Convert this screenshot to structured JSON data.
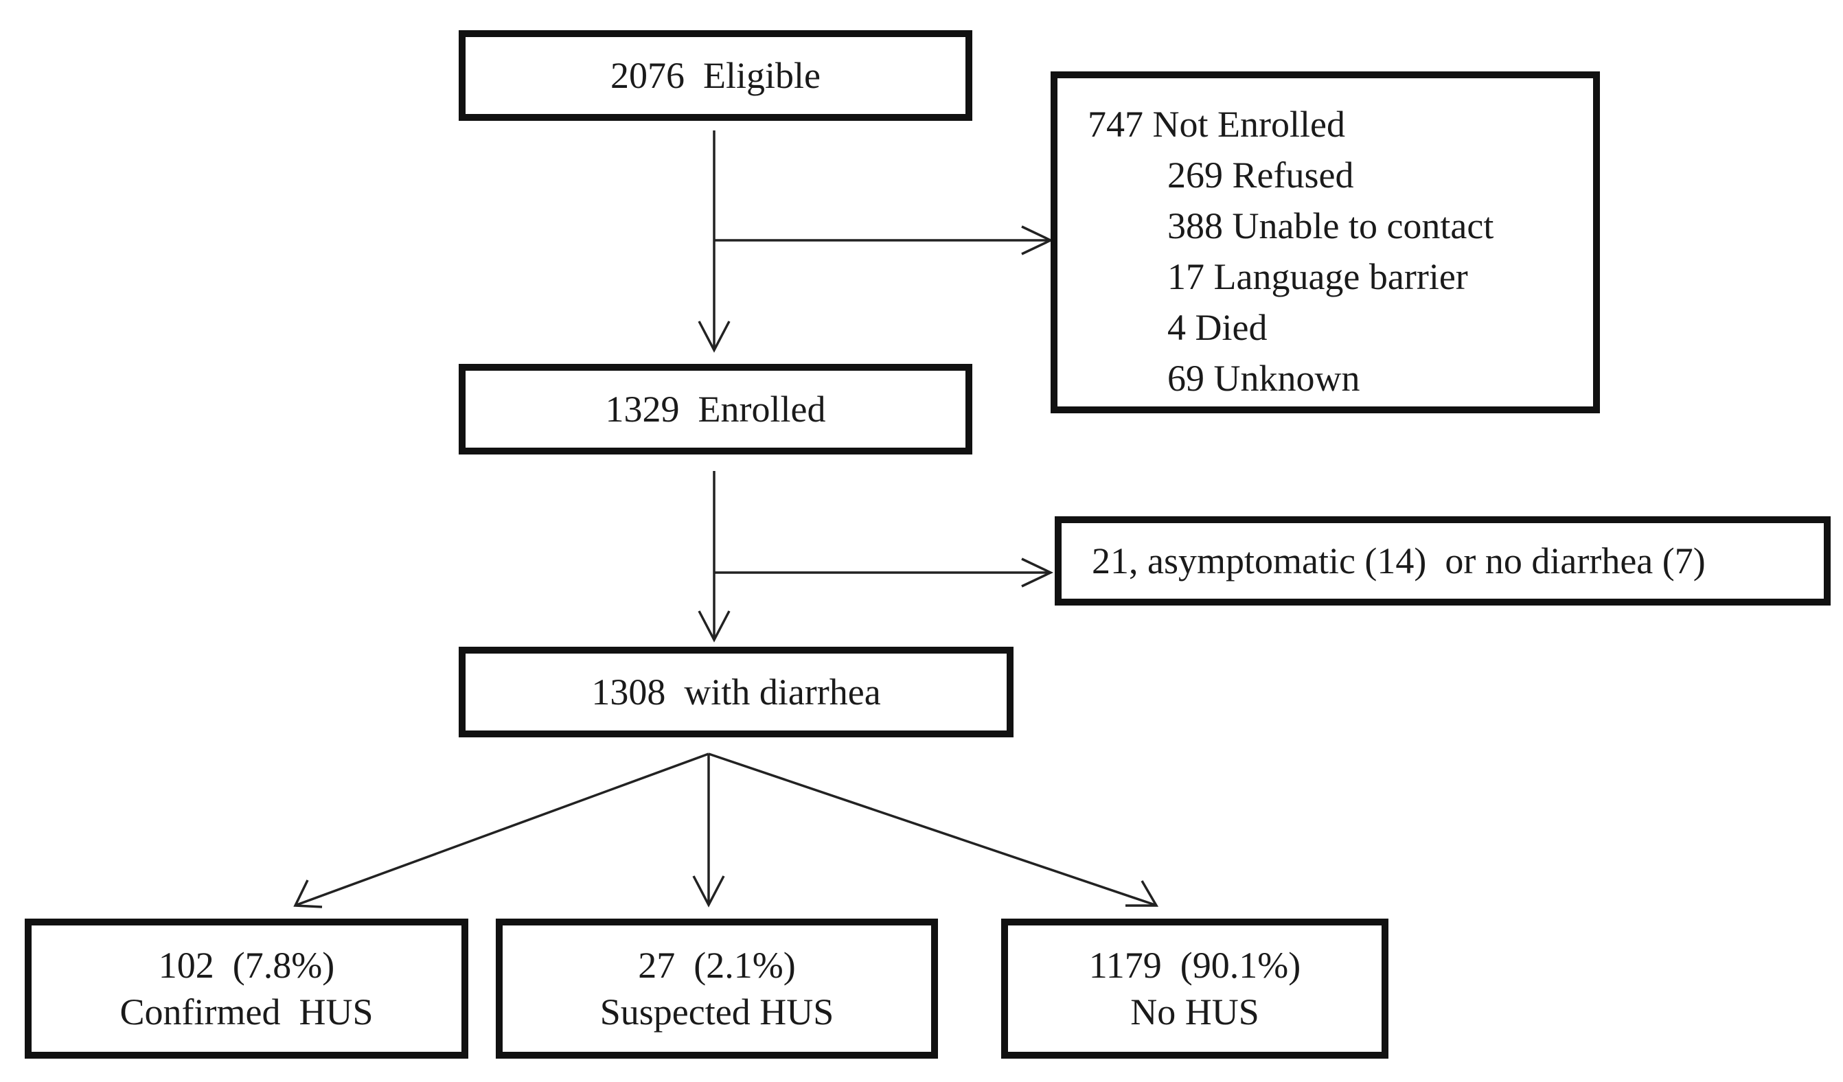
{
  "boxes": {
    "eligible": "2076  Eligible",
    "not_enrolled": {
      "title": "747 Not Enrolled",
      "items": [
        "269 Refused",
        "388 Unable to contact",
        "17 Language barrier",
        "4 Died",
        "69 Unknown"
      ]
    },
    "enrolled": "1329  Enrolled",
    "excluded": "21, asymptomatic (14)  or no diarrhea (7)",
    "with_diarrhea": "1308  with diarrhea",
    "confirmed": {
      "count": "102  (7.8%)",
      "label": "Confirmed  HUS"
    },
    "suspected": {
      "count": "27  (2.1%)",
      "label": "Suspected HUS"
    },
    "no_hus": {
      "count": "1179  (90.1%)",
      "label": "No HUS"
    }
  }
}
